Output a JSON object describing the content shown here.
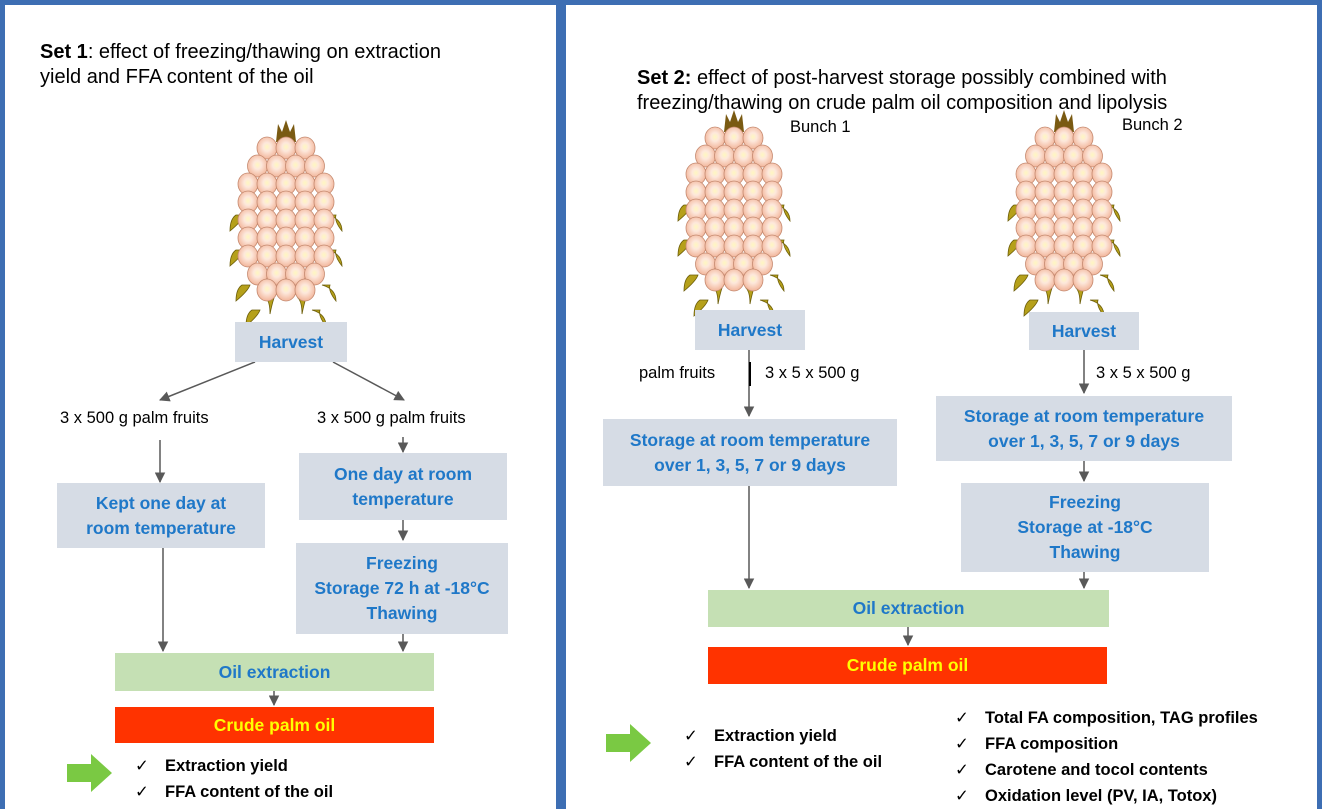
{
  "set1": {
    "title_bold": "Set 1",
    "title_rest": ": effect of freezing/thawing on extraction",
    "title_line2": "yield and FFA content of the oil",
    "harvest": "Harvest",
    "left_label": "3 x 500 g palm fruits",
    "right_label": "3 x 500 g palm fruits",
    "kept_box": "Kept one day at\nroom temperature",
    "oneday_box": "One day at room\ntemperature",
    "freeze_box": "Freezing\nStorage 72 h at -18°C\nThawing",
    "oil_extraction": "Oil extraction",
    "crude_oil": "Crude palm oil",
    "outputs": [
      "Extraction yield",
      "FFA content of the oil"
    ]
  },
  "set2": {
    "title_bold": "Set 2:",
    "title_rest": " effect of post-harvest storage possibly combined with",
    "title_line2": "freezing/thawing on crude palm oil composition and lipolysis",
    "bunch1": "Bunch 1",
    "bunch2": "Bunch 2",
    "harvest1": "Harvest",
    "harvest2": "Harvest",
    "palm_fruits": "palm fruits",
    "qty1": "3 x 5 x 500 g",
    "qty2": "3 x 5 x 500 g",
    "storage1": "Storage at room temperature\nover 1, 3, 5, 7 or 9 days",
    "storage2": "Storage at room temperature\nover 1, 3, 5, 7 or 9 days",
    "freeze_box": "Freezing\nStorage at -18°C\nThawing",
    "oil_extraction": "Oil extraction",
    "crude_oil": "Crude palm oil",
    "outputs_left": [
      "Extraction yield",
      "FFA content of the oil"
    ],
    "outputs_right": [
      "Total FA composition, TAG profiles",
      "FFA composition",
      "Carotene and tocol contents",
      "Oxidation level (PV, IA, Totox)"
    ]
  },
  "check_mark": "✓",
  "colors": {
    "border": "#3d6eb3",
    "box_gray": "#d6dce5",
    "box_text": "#1f78c8",
    "oil_green": "#c5e0b4",
    "crude_red": "#ff3300",
    "crude_text": "#ffff00",
    "arrow_green": "#7ac943"
  }
}
